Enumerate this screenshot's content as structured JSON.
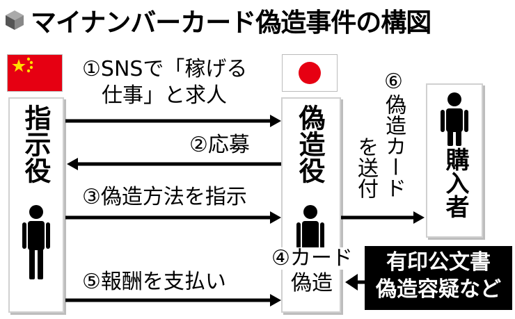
{
  "title": "マイナンバーカード偽造事件の構図",
  "roles": {
    "instructor": "指示役",
    "forger": "偽造役",
    "buyer": "購入者"
  },
  "steps": {
    "s1_line1": "①SNSで「稼げる",
    "s1_line2": "仕事」と求人",
    "s2": "②応募",
    "s3": "③偽造方法を指示",
    "s4_line1": "④カード",
    "s4_line2": "偽造",
    "s5": "⑤報酬を支払い",
    "s6_col1": "⑥偽造カード",
    "s6_col2": "を送付"
  },
  "suspicion": {
    "line1": "有印公文書",
    "line2": "偽造容疑など"
  },
  "flags": {
    "china": "china-flag",
    "japan": "japan-flag"
  },
  "colors": {
    "china_red": "#e60012",
    "japan_red": "#e60012",
    "box_border": "#d0d0d0"
  }
}
